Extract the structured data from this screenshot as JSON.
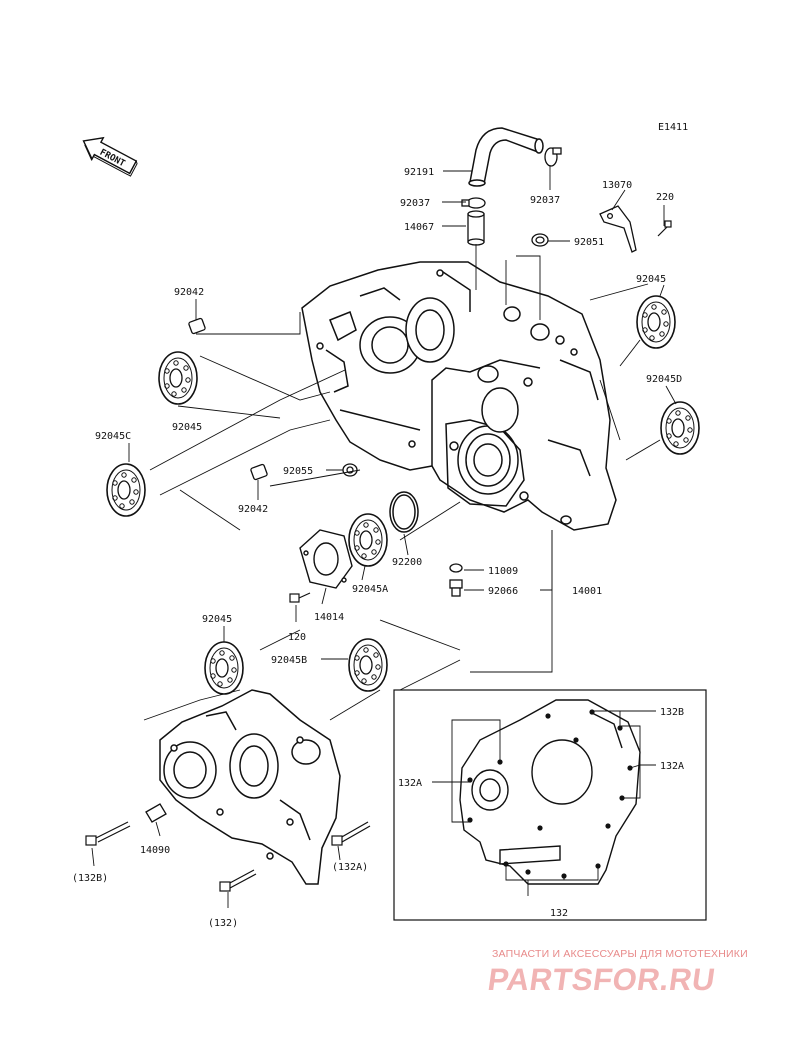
{
  "diagram_code": "E1411",
  "front_label": "FRONT",
  "parts": {
    "p92191": "92191",
    "p92037_left": "92037",
    "p92037_right": "92037",
    "p14067": "14067",
    "p13070": "13070",
    "p220": "220",
    "p92051": "92051",
    "p92042_top": "92042",
    "p92045_upper_right": "92045",
    "p92045_left": "92045",
    "p92045C": "92045C",
    "p92045D": "92045D",
    "p92055": "92055",
    "p92042_mid": "92042",
    "p92200": "92200",
    "p11009": "11009",
    "p92066": "92066",
    "p14001": "14001",
    "p92045A": "92045A",
    "p14014": "14014",
    "p120": "120",
    "p92045_lower": "92045",
    "p92045B": "92045B",
    "p132B_inset": "132B",
    "p132A_inset_left": "132A",
    "p132A_inset_right": "132A",
    "p132_inset": "132",
    "p14090": "14090",
    "p132B_paren": "(132B)",
    "p132A_paren": "(132A)",
    "p132_paren": "(132)"
  },
  "watermark": {
    "tagline": "ЗАПЧАСТИ И АКСЕССУАРЫ ДЛЯ МОТОТЕХНИКИ",
    "logo": "PARTSFOR.RU"
  },
  "colors": {
    "line": "#1a1a1a",
    "watermark_text": "#e88a8a",
    "watermark_logo": "#f1b4b4"
  }
}
